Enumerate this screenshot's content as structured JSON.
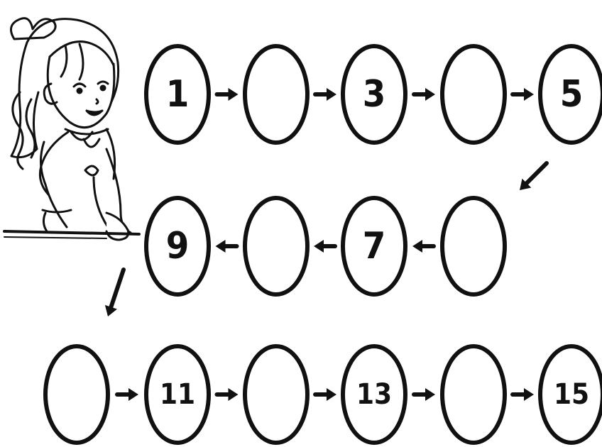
{
  "worksheet": {
    "rows": [
      {
        "direction": "right",
        "cells": [
          "1",
          "",
          "3",
          "",
          "5"
        ]
      },
      {
        "direction": "left",
        "cells": [
          "9",
          "",
          "7",
          ""
        ]
      },
      {
        "direction": "right",
        "cells": [
          "",
          "11",
          "",
          "13",
          "",
          "15"
        ]
      }
    ],
    "illustration": "girl-sitting-at-table",
    "ink_color": "#111111"
  }
}
